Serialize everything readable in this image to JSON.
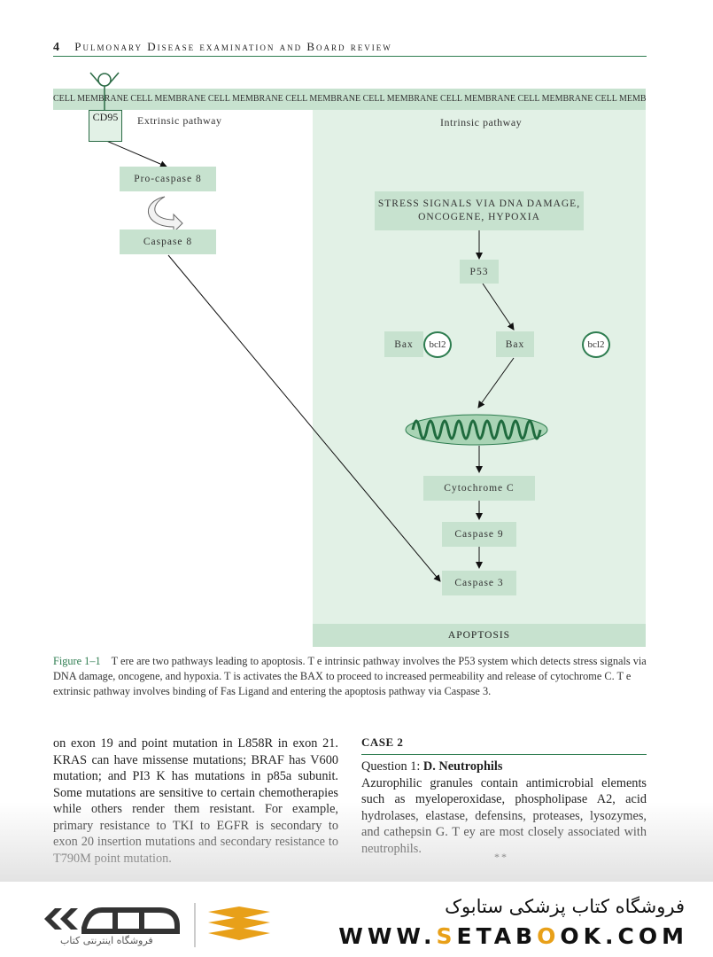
{
  "header": {
    "page_number": "4",
    "running_title": "Pulmonary Disease examination and Board review"
  },
  "figure": {
    "membrane_text": "CELL MEMBRANE CELL MEMBRANE CELL MEMBRANE CELL MEMBRANE CELL MEMBRANE CELL MEMBRANE CELL MEMBRANE CELL MEMBRANE",
    "cd95": "CD95",
    "extrinsic_label": "Extrinsic pathway",
    "intrinsic_label": "Intrinsic pathway",
    "procaspase8": "Pro-caspase 8",
    "caspase8": "Caspase 8",
    "stress_line1": "STRESS SIGNALS VIA DNA DAMAGE,",
    "stress_line2": "ONCOGENE, HYPOXIA",
    "p53": "P53",
    "bax_left": "Bax",
    "bcl2_left": "bcl2",
    "bax_mid": "Bax",
    "bcl2_right": "bcl2",
    "cytochrome": "Cytochrome C",
    "caspase9": "Caspase 9",
    "caspase3": "Caspase 3",
    "apoptosis": "APOPTOSIS"
  },
  "caption": {
    "label": "Figure 1–1",
    "text": "T ere are two pathways leading to apoptosis. T e intrinsic pathway involves the P53 system which detects stress signals via DNA damage, oncogene, and hypoxia. T is activates the BAX to proceed to increased permeability and release of cytochrome C. T e extrinsic pathway involves binding of Fas Ligand and entering the apoptosis pathway via Caspase 3."
  },
  "left_column": "on exon 19 and point mutation in L858R in exon 21. KRAS can have missense mutations; BRAF has V600 mutation; and PI3 K has mutations in p85a subunit. Some mutations are sensitive to certain chemotherapies while others render them resistant. For example, primary resistance to TKI to EGFR is secondary to exon 20 insertion mutations and secondary resistance to T790M point mutation.",
  "case": {
    "heading": "CASE 2",
    "question_label": "Question 1:",
    "answer": "D. Neutrophils",
    "text": "Azurophilic granules contain antimicrobial elements such as myeloperoxidase, phospholipase A2, acid hydrolases, elastase, defensins, proteases, lysozymes, and cathepsin G. T ey are most closely associated with neutrophils.",
    "stars": "**"
  },
  "footer": {
    "shop_name_fa": "فروشگاه کتاب پزشکی ستابوک",
    "url_pre": "WWW.",
    "url_s": "S",
    "url_e": "E",
    "url_t": "T",
    "url_a": "A",
    "url_b": "B",
    "url_o": "O",
    "url_o2": "O",
    "url_k": "K",
    "url_post": ".COM",
    "logo_sub_fa": "فروشگاه اینترنتی کتاب"
  },
  "colors": {
    "accent_green": "#2e7d50",
    "box_green": "#c7e2cf",
    "panel_green": "#e2f1e6",
    "url_accent": "#e8a019"
  }
}
